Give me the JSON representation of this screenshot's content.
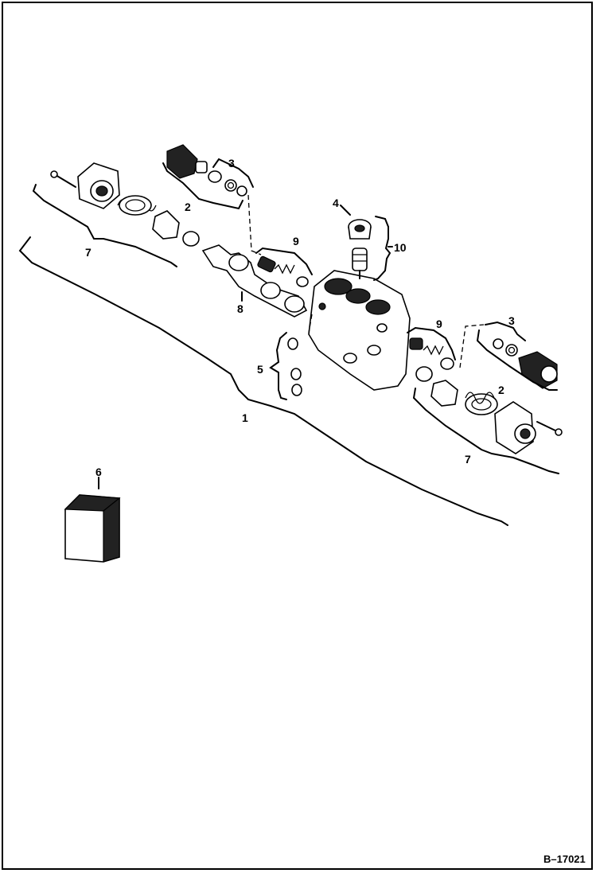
{
  "diagram": {
    "reference_number": "B–17021",
    "callouts": [
      {
        "id": "c1",
        "text": "1"
      },
      {
        "id": "c2a",
        "text": "2"
      },
      {
        "id": "c2b",
        "text": "2"
      },
      {
        "id": "c3a",
        "text": "3"
      },
      {
        "id": "c3b",
        "text": "3"
      },
      {
        "id": "c4",
        "text": "4"
      },
      {
        "id": "c5",
        "text": "5"
      },
      {
        "id": "c6",
        "text": "6"
      },
      {
        "id": "c7a",
        "text": "7"
      },
      {
        "id": "c7b",
        "text": "7"
      },
      {
        "id": "c8",
        "text": "8"
      },
      {
        "id": "c9a",
        "text": "9"
      },
      {
        "id": "c9b",
        "text": "9"
      },
      {
        "id": "c10",
        "text": "10"
      }
    ]
  }
}
